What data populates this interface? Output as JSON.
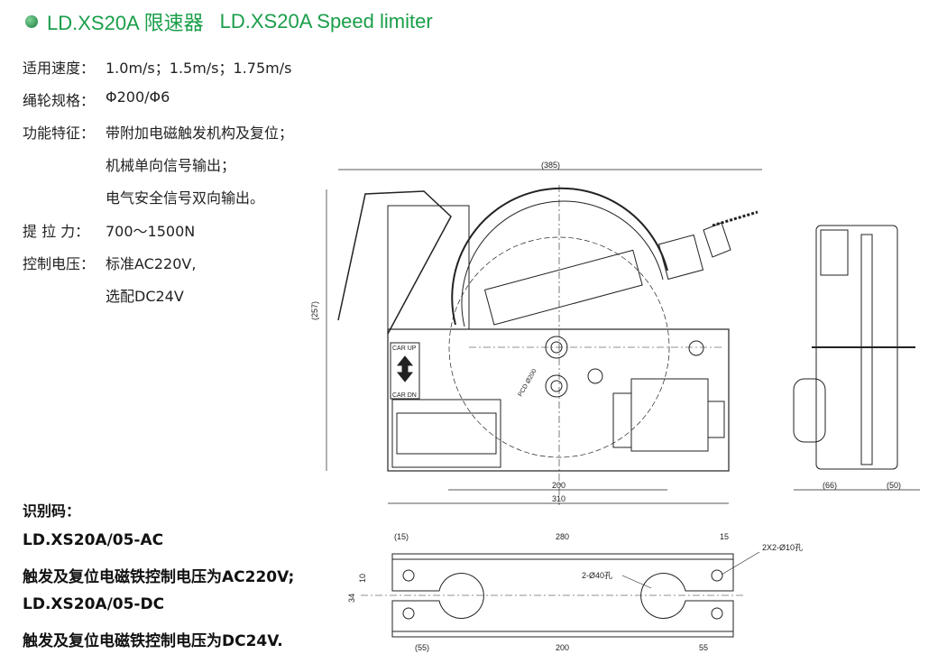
{
  "title": {
    "cn": "LD.XS20A 限速器",
    "en": "LD.XS20A Speed limiter"
  },
  "specs": [
    {
      "label": "适用速度：",
      "value": "1.0m/s；1.5m/s；1.75m/s"
    },
    {
      "label": "绳轮规格：",
      "value": "Φ200/Φ6"
    },
    {
      "label": "功能特征：",
      "value": "带附加电磁触发机构及复位；"
    },
    {
      "label": "",
      "value": "机械单向信号输出；"
    },
    {
      "label": "",
      "value": "电气安全信号双向输出。"
    },
    {
      "label": "提 拉 力：",
      "value": "700～1500N"
    },
    {
      "label": "控制电压：",
      "value": "标准AC220V,"
    },
    {
      "label": "",
      "value": "选配DC24V"
    }
  ],
  "codes": {
    "heading": "识别码：",
    "lines": [
      "LD.XS20A/05-AC",
      "触发及复位电磁铁控制电压为AC220V;",
      "LD.XS20A/05-DC",
      "触发及复位电磁铁控制电压为DC24V."
    ]
  },
  "drawing": {
    "front": {
      "width_overall": "(385)",
      "height_overall": "(257)",
      "dim_200": "200",
      "dim_310": "310",
      "car_up": "CAR UP",
      "car_dn": "CAR DN",
      "pcd": "PCD Ø200"
    },
    "side": {
      "dim_66": "(66)",
      "dim_50": "(50)"
    },
    "base": {
      "dim_15_left": "(15)",
      "dim_280": "280",
      "dim_15_right": "15",
      "small_holes": "2X2-Ø10孔",
      "big_holes": "2-Ø40孔",
      "dim_34": "34",
      "dim_10": "10",
      "dim_55_left": "(55)",
      "dim_200": "200",
      "dim_55_right": "55"
    }
  }
}
